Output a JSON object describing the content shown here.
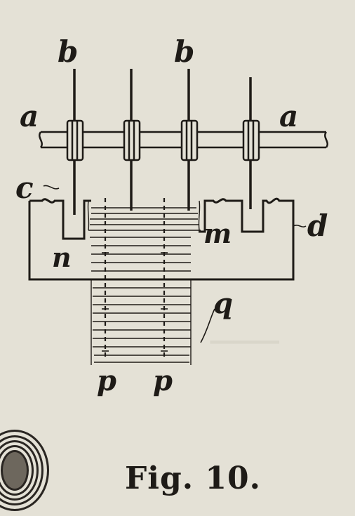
{
  "figure": {
    "caption": "Fig. 10.",
    "labels": {
      "a_left": "a",
      "a_right": "a",
      "b_left": "b",
      "b_right": "b",
      "c": "c",
      "d": "d",
      "m": "m",
      "n": "n",
      "p_left": "p",
      "p_right": "p",
      "q": "q"
    }
  },
  "colors": {
    "paper": "#e4e1d6",
    "ink": "#1e1b17"
  }
}
